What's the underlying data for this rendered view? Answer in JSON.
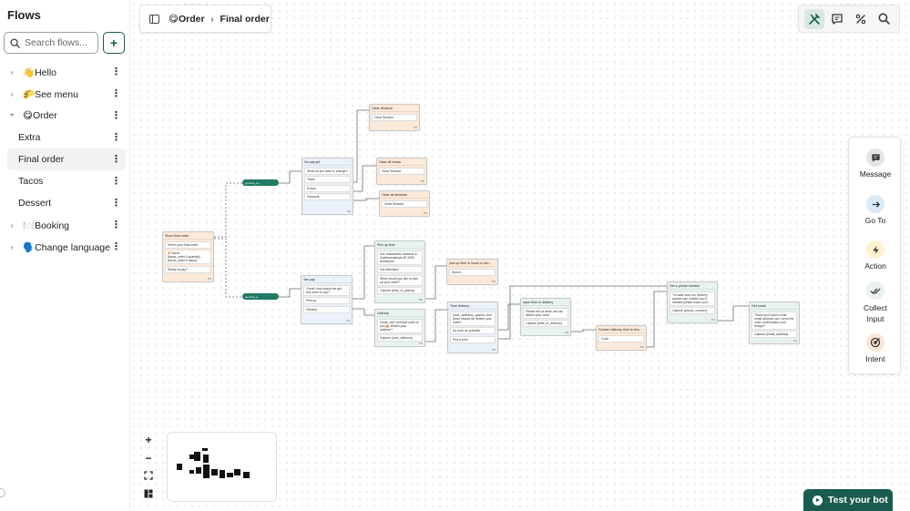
{
  "sidebar": {
    "title": "Flows",
    "search_placeholder": "Search flows...",
    "add_label": "+",
    "items": [
      {
        "chevron": "›",
        "label": "👋Hello"
      },
      {
        "chevron": "›",
        "label": "🌮See menu"
      },
      {
        "chevron": "⌄",
        "label": "😋Order"
      },
      {
        "label": "Extra"
      },
      {
        "label": "Final order"
      },
      {
        "label": "Tacos"
      },
      {
        "label": "Dessert"
      },
      {
        "chevron": "›",
        "label": "🍽️Booking"
      },
      {
        "chevron": "›",
        "label": "🗣️Change language"
      }
    ]
  },
  "breadcrumb": {
    "flow": "😋Order",
    "separator": "›",
    "page": "Final order"
  },
  "canvas_nodes": {
    "show_final_order": {
      "title": "Show final order",
      "r1": "Here's your final order:",
      "r2": "🌮Tacos {tacos_order.0.quantity} {tacos_order.0.name}...",
      "r3": "Ready to pay?"
    },
    "no_pay_yet": {
      "title": "No pay yet",
      "r1": "What do you want to change?",
      "o1": "Tacos",
      "o2": "Extras",
      "o3": "Desserts"
    },
    "clear_tacos": {
      "title": "Clear all tacos",
      "r1": "Clear Session"
    },
    "clear_extras": {
      "title": "Clear all extras",
      "r1": "Clear Session"
    },
    "clear_desserts": {
      "title": "Clear all desserts",
      "r1": "Clear Session"
    },
    "yes_pay": {
      "title": "Yes pay",
      "r1": "Great! How should we get this order to you?",
      "o1": "Pick up",
      "o2": "Delivery"
    },
    "pick_up_time": {
      "title": "Pick up time",
      "r1": "Our restaurant's address is: Guldbrandstraat 36 2000 Antwerpen",
      "r2": "Get directions",
      "r3": "When would you like to pick up your order?",
      "r4": "Capture {time_of_pickup}"
    },
    "pick_up_hours": {
      "title": "pick up time to hours & min...",
      "r1": "Epoch..."
    },
    "delivery": {
      "title": "Delivery",
      "r1": "Great, we'll visit that order to you 🚚 What's your address?",
      "r2": "Capture {user_address}"
    },
    "time_delivery": {
      "title": "Time delivery",
      "r1": "{user_address}, gotcha. And when should we deliver your order?",
      "o1": "As soon as possible",
      "o2": "Pick a time"
    },
    "input_time": {
      "title": "Input time of delivery",
      "r1": "Please tell us when we can deliver your order",
      "r2": "Capture {time_of_delivery}"
    },
    "convert_time": {
      "title": "Convert delivery time to hou...",
      "r1": "Code"
    },
    "get_phone": {
      "title": "Get a phone number",
      "r1": "To make sure our delivery partner can contact you if needed please leave your...",
      "r2": "Capture {phone_number}"
    },
    "get_email": {
      "title": "Get email",
      "r1": "Thank you! And to what email address can I send the order confirmation your receipt?",
      "r2": "Capture {email_address}"
    },
    "pill_a": "goconst_co...",
    "pill_b": "goconst_p...",
    "footer": "TO"
  },
  "palette": {
    "items": [
      {
        "label": "Message",
        "icon": "message-icon",
        "bg": "#e4e4e4"
      },
      {
        "label": "Go To",
        "icon": "arrow-right-icon",
        "bg": "#dbeaf7"
      },
      {
        "label": "Action",
        "icon": "lightning-icon",
        "bg": "#fff3cf"
      },
      {
        "label": "Collect Input",
        "icon": "double-check-icon",
        "bg": "#e9f2ee"
      },
      {
        "label": "Intent",
        "icon": "target-icon",
        "bg": "#fbe6d7"
      }
    ]
  },
  "zoom": {
    "plus": "+",
    "minus": "−"
  },
  "test_button": {
    "label": "Test your bot"
  },
  "colors": {
    "brand": "#1a5c4f",
    "accent": "#207a64"
  }
}
